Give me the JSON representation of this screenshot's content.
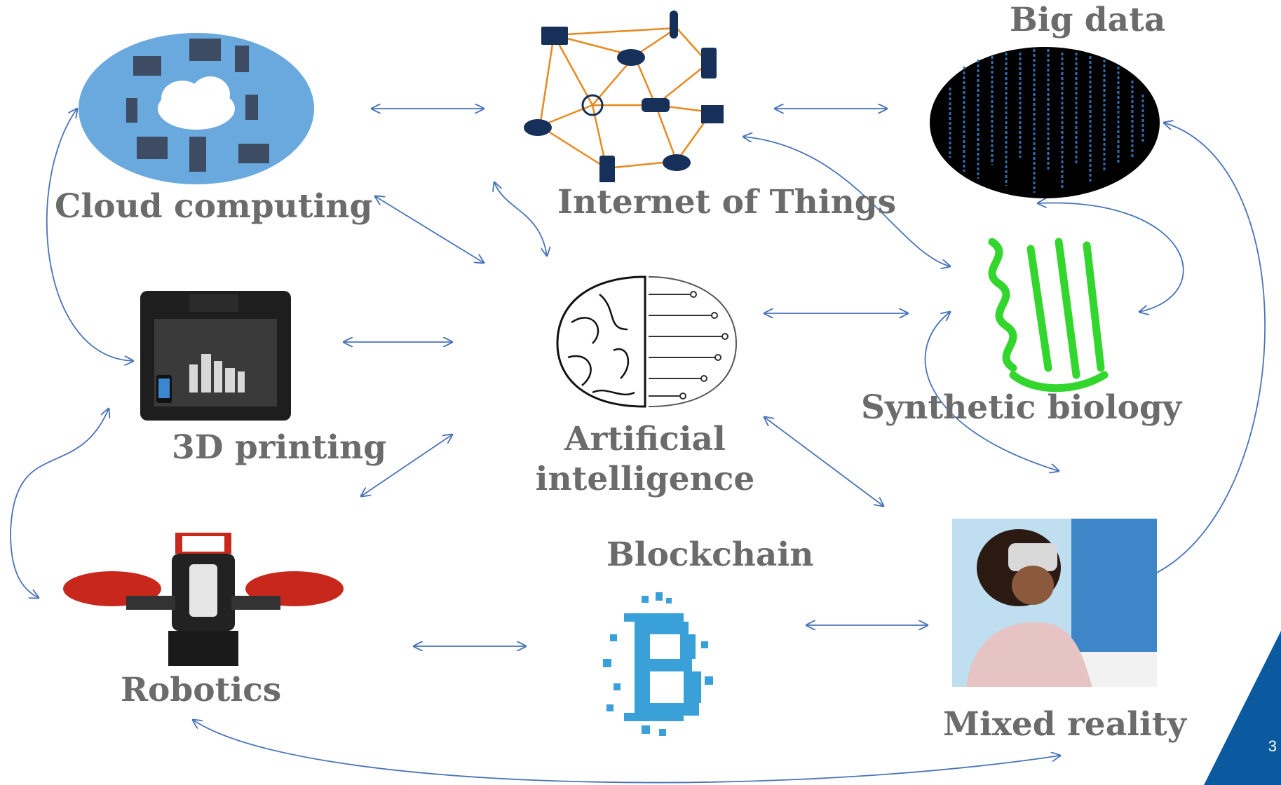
{
  "title": "",
  "nodes": {
    "cloud_computing": "Cloud computing",
    "internet_of_things": "Internet of Things",
    "big_data": "Big data",
    "printing_3d": "3D printing",
    "artificial_intelligence_line1": "Artificial",
    "artificial_intelligence_line2": "intelligence",
    "synthetic_biology": "Synthetic biology",
    "robotics": "Robotics",
    "blockchain": "Blockchain",
    "mixed_reality": "Mixed reality"
  },
  "page_number": "3",
  "colors": {
    "label_text": "#6b6b6b",
    "arrow": "#4a74b8",
    "corner_accent": "#0b5aa0",
    "iot_edges": "#e8891f",
    "iot_icons": "#17305a",
    "protein": "#33d62c",
    "blockchain_logo": "#3aa0d8",
    "cloud_ellipse": "#6aa9de"
  },
  "icons": {
    "cloud_computing": "cloud-network-icon",
    "internet_of_things": "iot-network-icon",
    "big_data": "matrix-data-icon",
    "printing_3d": "3d-printer-icon",
    "artificial_intelligence": "brain-circuit-icon",
    "synthetic_biology": "protein-structure-icon",
    "robotics": "robot-icon",
    "blockchain": "bitcoin-pixel-icon",
    "mixed_reality": "vr-headset-icon"
  }
}
